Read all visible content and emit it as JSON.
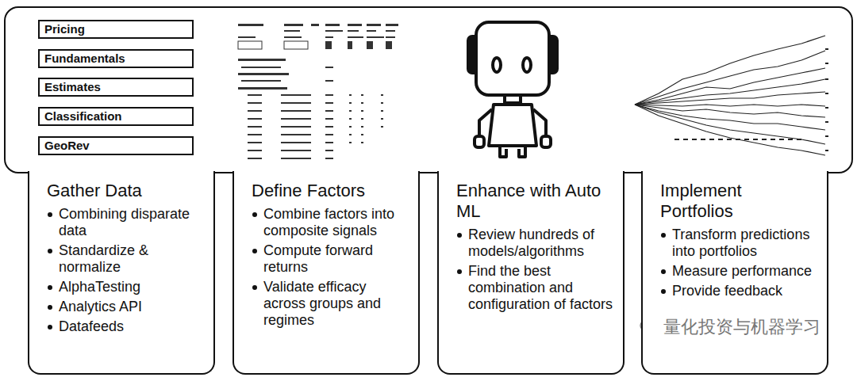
{
  "diagram": {
    "nodes": [
      {
        "text": [
          "Pricing"
        ]
      },
      {
        "text": [
          "Fundamentals"
        ]
      },
      {
        "text": [
          "Estimates"
        ]
      },
      {
        "text": [
          "Classification"
        ]
      },
      {
        "text": [
          "GeoRev"
        ]
      },
      {
        "text": [
          "Gather Data",
          "Combining disparate data",
          "Standardize & normalize",
          "AlphaTesting",
          "Analytics API",
          "Datafeeds"
        ]
      },
      {
        "text": [
          "Define Factors",
          "Combine factors into composite signals",
          "Compute forward returns",
          "Validate efficacy across groups and regimes"
        ]
      },
      {
        "text": [
          "Enhance with Auto ML",
          "Review hundreds of models/algorithms",
          "Find the best combination and configuration of factors"
        ]
      },
      {
        "text": [
          "Implement Portfolios",
          "Transform predictions into portfolios",
          "Measure performance",
          "Provide feedback"
        ]
      }
    ],
    "labels": [
      "量化投资与机器学习"
    ]
  }
}
